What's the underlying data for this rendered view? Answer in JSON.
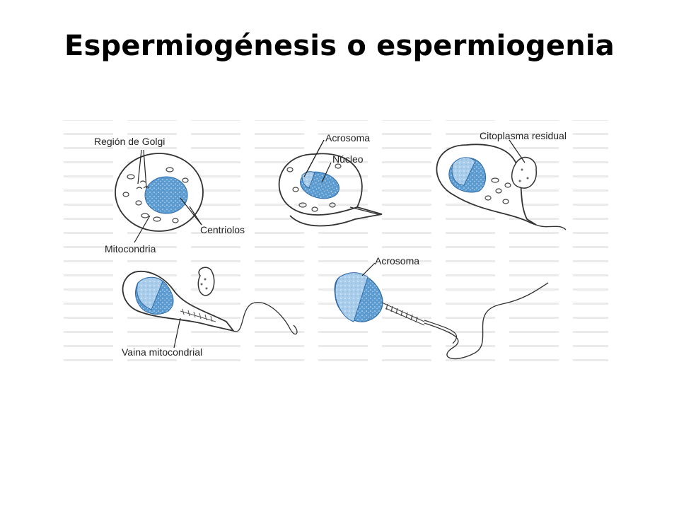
{
  "title": "Espermiogénesis o espermiogenia",
  "figure": {
    "labels": {
      "golgi": "Región de Golgi",
      "mitocondria": "Mitocondria",
      "centriolos": "Centriolos",
      "acrosoma_stage2": "Acrosoma",
      "nucleo": "Núcleo",
      "citoplasma": "Citoplasma residual",
      "vaina": "Vaina mitocondrial",
      "acrosoma_stage5": "Acrosoma"
    },
    "colors": {
      "nucleus_fill": "#4f8ec7",
      "nucleus_dark": "#2f6aa6",
      "acrosome_fill": "#9cc3e6",
      "outline": "#333333",
      "background_text": "#d8d8d8"
    }
  }
}
